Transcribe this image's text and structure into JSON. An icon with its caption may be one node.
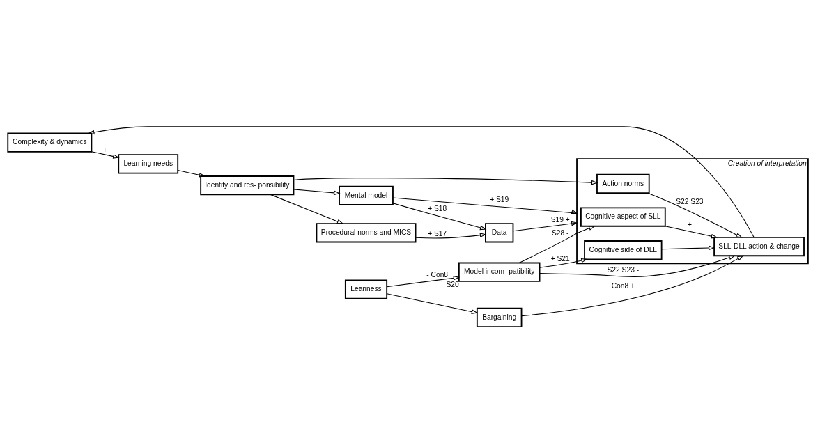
{
  "diagram": {
    "nodes": [
      {
        "text": [
          "Procedural norms and MICS"
        ]
      },
      {
        "text": [
          "Mental model"
        ]
      },
      {
        "text": [
          "Data"
        ]
      },
      {
        "text": [
          "Creation of interpretation"
        ]
      },
      {
        "text": [
          "Cognitive aspect of SLL"
        ],
        "in": 3
      },
      {
        "text": [
          "SLL-DLL action & change"
        ],
        "in": 3
      },
      {
        "text": [
          "Action norms"
        ],
        "in": 3
      },
      {
        "text": [
          "Cognitive side of DLL"
        ],
        "in": 3
      },
      {
        "text": [
          "Model incom- patibility"
        ],
        "beside": [
          "S20"
        ]
      },
      {
        "text": [
          "Leanness"
        ]
      },
      {
        "text": [
          "Identity and res- ponsibility"
        ]
      },
      {
        "text": [
          "Bargaining"
        ]
      },
      {
        "text": [
          "Complexity & dynamics"
        ]
      },
      {
        "text": [
          "Learning needs"
        ]
      }
    ],
    "edges": [
      {
        "from": 1,
        "to": 3,
        "arrow": "to",
        "label": "+ S19"
      },
      {
        "from": 1,
        "to": 2,
        "arrow": "to",
        "label": "+ S18"
      },
      {
        "from": 0,
        "to": 2,
        "arrow": "to",
        "label": "+ S17"
      },
      {
        "from": 2,
        "to": 3,
        "arrow": "to",
        "label": "S19 +"
      },
      {
        "from": 8,
        "to": 4,
        "arrow": "to",
        "label": "S28 -"
      },
      {
        "from": 8,
        "to": 5,
        "arrow": "to",
        "label": "S22 S23 -"
      },
      {
        "from": 8,
        "to": 7,
        "arrow": "to",
        "label": "+ S21"
      },
      {
        "from": 4,
        "to": 5,
        "arrow": "to",
        "label": "+"
      },
      {
        "from": 6,
        "to": 5,
        "arrow": "to",
        "label": "S22 S23"
      },
      {
        "from": 7,
        "to": 5,
        "arrow": "to"
      },
      {
        "from": 11,
        "to": 5,
        "arrow": "to",
        "label": "Con8 +"
      },
      {
        "from": 5,
        "to": 12,
        "arrow": "to",
        "label": "-"
      },
      {
        "from": 12,
        "to": 13,
        "arrow": "to",
        "label": "+"
      },
      {
        "from": 13,
        "to": 10,
        "arrow": "to"
      },
      {
        "from": 9,
        "to": 8,
        "arrow": "to",
        "label": "- Con8"
      },
      {
        "from": 9,
        "to": 11,
        "arrow": "to"
      },
      {
        "from": 10,
        "to": 0,
        "arrow": "to"
      },
      {
        "from": 10,
        "to": 1,
        "arrow": "to"
      },
      {
        "from": 10,
        "to": 6,
        "arrow": "to"
      }
    ]
  }
}
